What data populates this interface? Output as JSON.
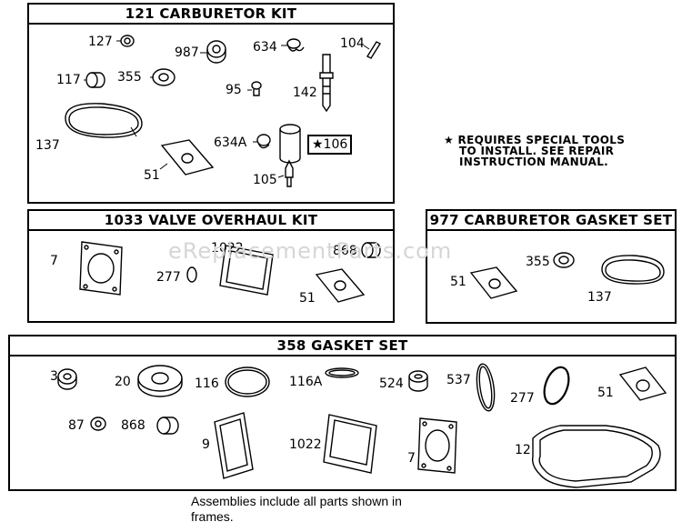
{
  "watermark": "eReplacementParts.com",
  "kits": {
    "carb_kit": {
      "title": "121 CARBURETOR KIT"
    },
    "valve_kit": {
      "title": "1033 VALVE OVERHAUL KIT"
    },
    "gasket_set_977": {
      "title": "977 CARBURETOR GASKET SET"
    },
    "gasket_set_358": {
      "title": "358 GASKET SET"
    }
  },
  "labels": {
    "l127": "127",
    "l987": "987",
    "l634": "634",
    "l104": "104",
    "l117": "117",
    "l355": "355",
    "l95": "95",
    "l142": "142",
    "l137": "137",
    "l634a": "634A",
    "l106": "★106",
    "l51": "51",
    "l105": "105",
    "v7": "7",
    "v1022": "1022",
    "v277": "277",
    "v868": "868",
    "v51": "51",
    "g51": "51",
    "g355": "355",
    "g137": "137",
    "s3": "3",
    "s20": "20",
    "s116": "116",
    "s116a": "116A",
    "s524": "524",
    "s537": "537",
    "s277": "277",
    "s51": "51",
    "s87": "87",
    "s868": "868",
    "s9": "9",
    "s1022": "1022",
    "s7": "7",
    "s12": "12"
  },
  "note": {
    "line1": "★ REQUIRES SPECIAL TOOLS",
    "line2": "TO INSTALL.  SEE REPAIR",
    "line3": "INSTRUCTION MANUAL."
  },
  "footer": {
    "line1": "Assemblies include all parts shown in",
    "line2": "frames."
  }
}
